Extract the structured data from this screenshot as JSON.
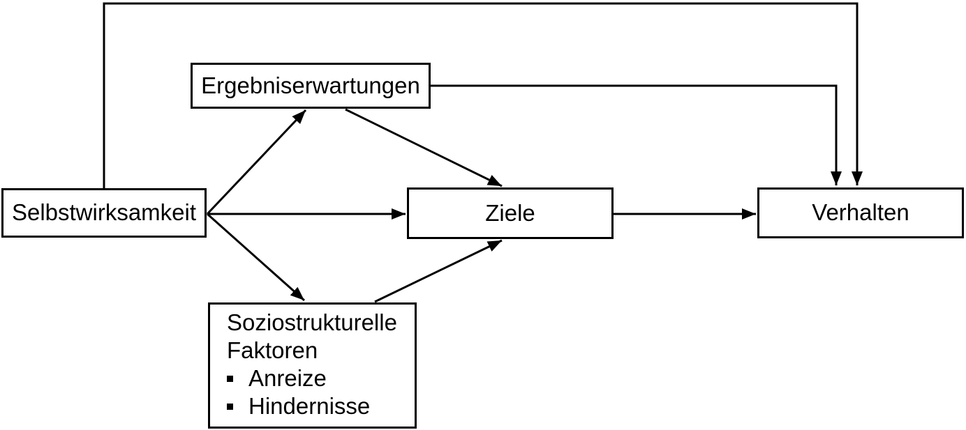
{
  "figure": {
    "type": "path-model-diagram",
    "background_color": "#ffffff",
    "line_color": "#000000",
    "nodes": {
      "selbstwirksamkeit": {
        "label": "Selbstwirksamkeit"
      },
      "ergebniserwartungen": {
        "label": "Ergebniserwartungen"
      },
      "ziele": {
        "label": "Ziele"
      },
      "verhalten": {
        "label": "Verhalten"
      },
      "soziostrukturelle_faktoren": {
        "title": "Soziostrukturelle Faktoren",
        "bullets": [
          "Anreize",
          "Hindernisse"
        ]
      }
    },
    "edges": [
      {
        "from": "selbstwirksamkeit",
        "to": "verhalten"
      },
      {
        "from": "selbstwirksamkeit",
        "to": "ergebniserwartungen"
      },
      {
        "from": "selbstwirksamkeit",
        "to": "ziele"
      },
      {
        "from": "selbstwirksamkeit",
        "to": "soziostrukturelle_faktoren"
      },
      {
        "from": "ergebniserwartungen",
        "to": "verhalten"
      },
      {
        "from": "ergebniserwartungen",
        "to": "ziele"
      },
      {
        "from": "soziostrukturelle_faktoren",
        "to": "ziele"
      },
      {
        "from": "ziele",
        "to": "verhalten"
      }
    ]
  }
}
